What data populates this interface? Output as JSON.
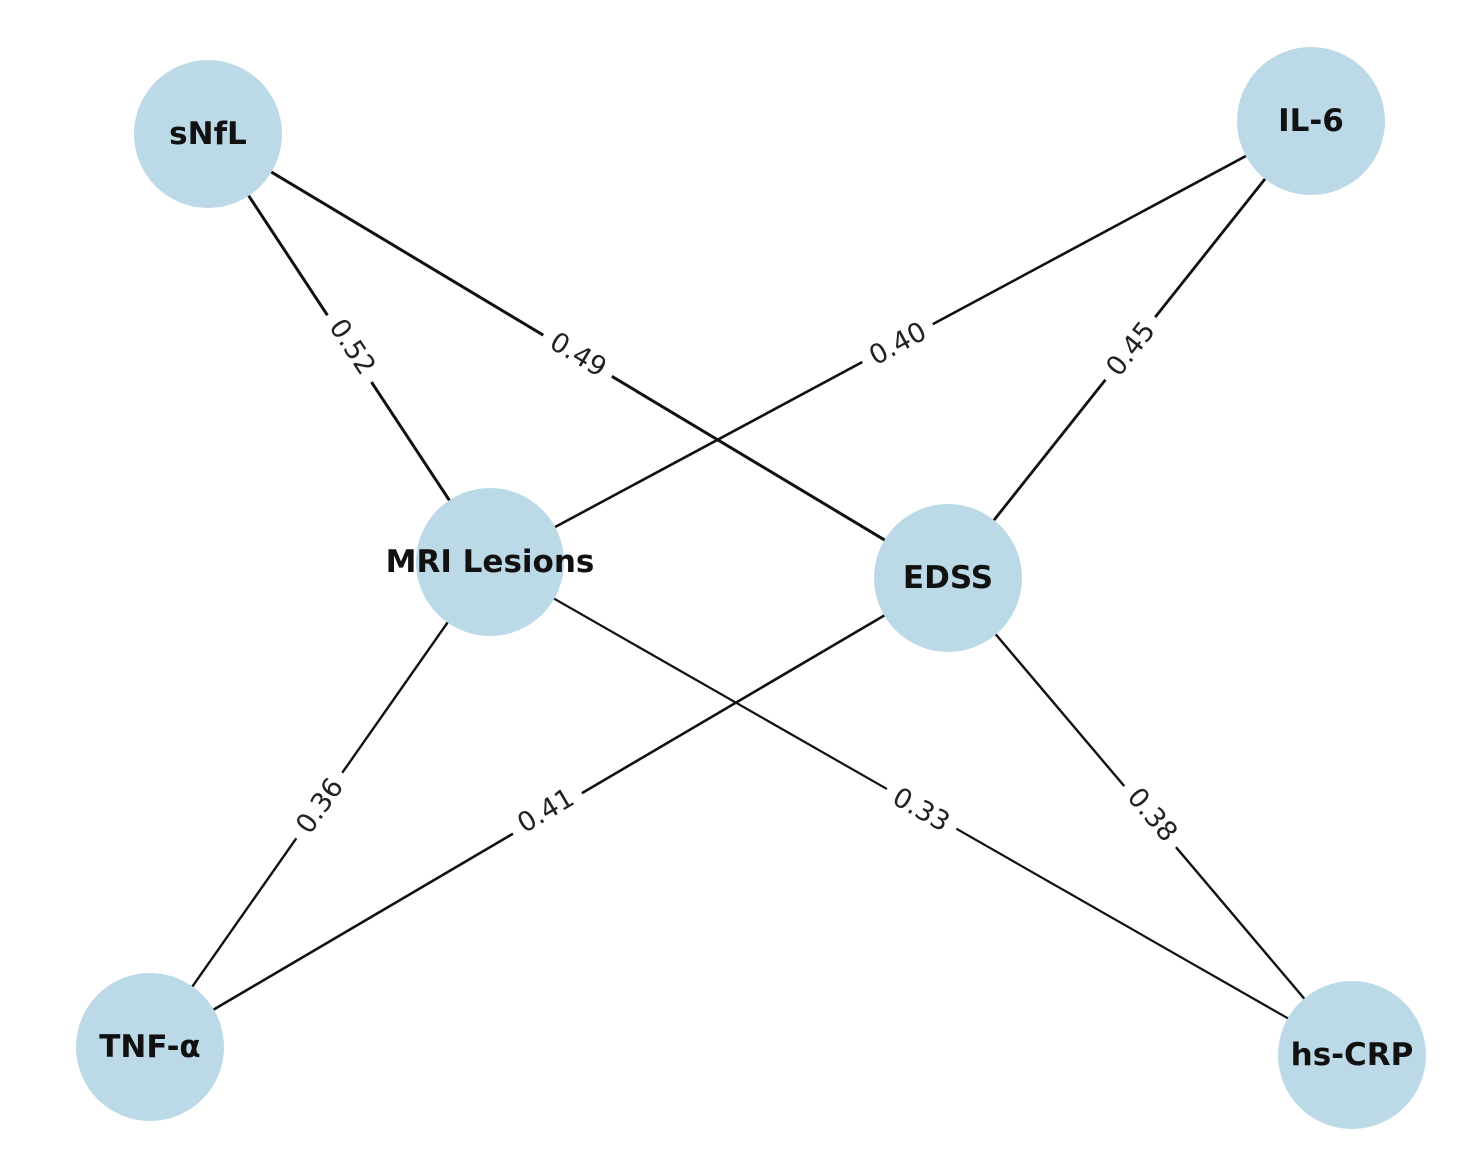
{
  "diagram": {
    "colors": {
      "node_fill": "#bcd9e7",
      "edge": "#111111",
      "background": "#ffffff"
    },
    "nodes": [
      {
        "id": "snfl",
        "label": "sNfL"
      },
      {
        "id": "il6",
        "label": "IL-6"
      },
      {
        "id": "mri",
        "label": "MRI Lesions"
      },
      {
        "id": "edss",
        "label": "EDSS"
      },
      {
        "id": "tnfa",
        "label": "TNF-α"
      },
      {
        "id": "hscrp",
        "label": "hs-CRP"
      }
    ],
    "edges": [
      {
        "source": "snfl",
        "target": "mri",
        "weight": "0.52"
      },
      {
        "source": "snfl",
        "target": "edss",
        "weight": "0.49"
      },
      {
        "source": "il6",
        "target": "mri",
        "weight": "0.40"
      },
      {
        "source": "il6",
        "target": "edss",
        "weight": "0.45"
      },
      {
        "source": "mri",
        "target": "tnfa",
        "weight": "0.36"
      },
      {
        "source": "mri",
        "target": "hscrp",
        "weight": "0.33"
      },
      {
        "source": "edss",
        "target": "tnfa",
        "weight": "0.41"
      },
      {
        "source": "edss",
        "target": "hscrp",
        "weight": "0.38"
      }
    ]
  }
}
